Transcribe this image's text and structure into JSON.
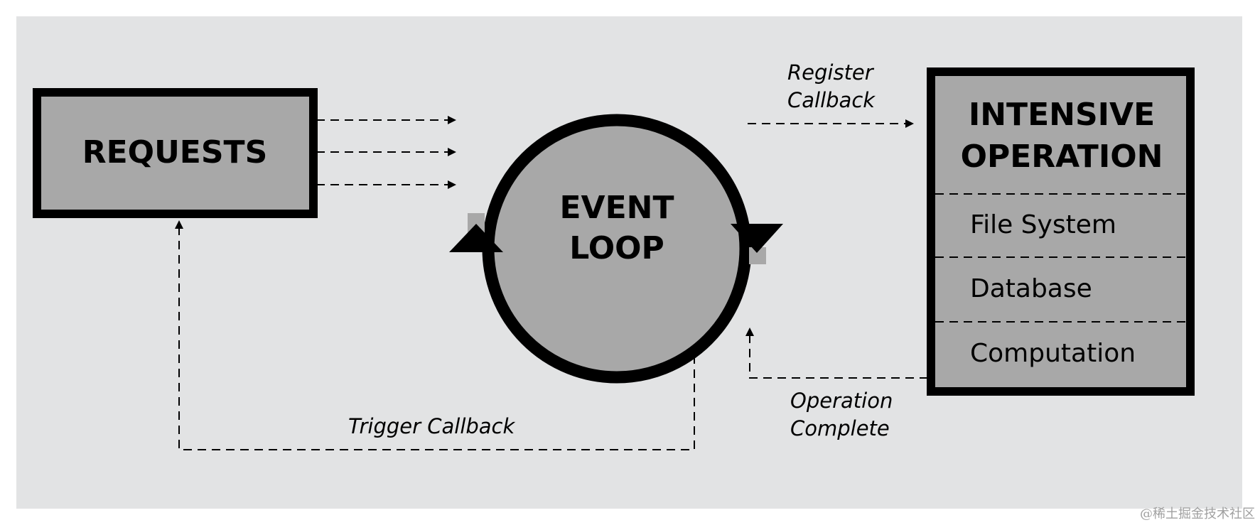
{
  "colors": {
    "canvas": "#ffffff",
    "panel": "#e2e3e4",
    "box_fill": "#a8a8a8",
    "stroke": "#000000"
  },
  "requests": {
    "label": "REQUESTS"
  },
  "event_loop": {
    "line1": "EVENT",
    "line2": "LOOP"
  },
  "operation": {
    "title_line1": "INTENSIVE",
    "title_line2": "OPERATION",
    "items": [
      "File System",
      "Database",
      "Computation"
    ]
  },
  "edges": {
    "register": {
      "line1": "Register",
      "line2": "Callback"
    },
    "complete": {
      "line1": "Operation",
      "line2": "Complete"
    },
    "trigger": {
      "label": "Trigger Callback"
    }
  },
  "watermark": "@稀土掘金技术社区"
}
